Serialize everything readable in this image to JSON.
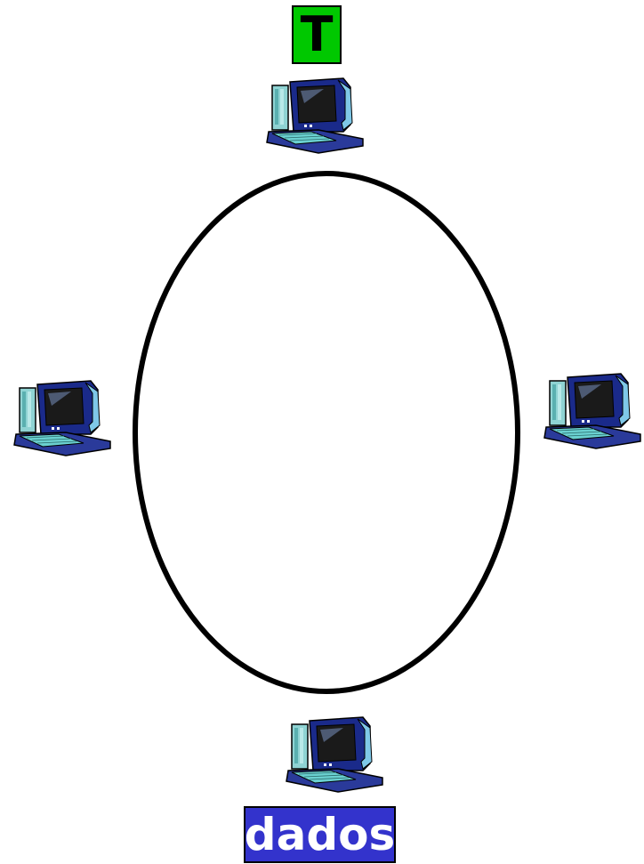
{
  "diagram": {
    "token_label": "T",
    "data_label": "dados",
    "colors": {
      "token_bg": "#00c800",
      "data_bg": "#3333cc",
      "ring": "#000000",
      "monitor_frame": "#1a2a8a",
      "monitor_accent": "#7fc8e8",
      "screen": "#1a1a1a",
      "base": "#2a3a9a",
      "keyboard": "#6ad0d0"
    },
    "nodes": [
      {
        "icon": "computer-icon",
        "position": "top"
      },
      {
        "icon": "computer-icon",
        "position": "left"
      },
      {
        "icon": "computer-icon",
        "position": "right"
      },
      {
        "icon": "computer-icon",
        "position": "bottom"
      }
    ]
  }
}
